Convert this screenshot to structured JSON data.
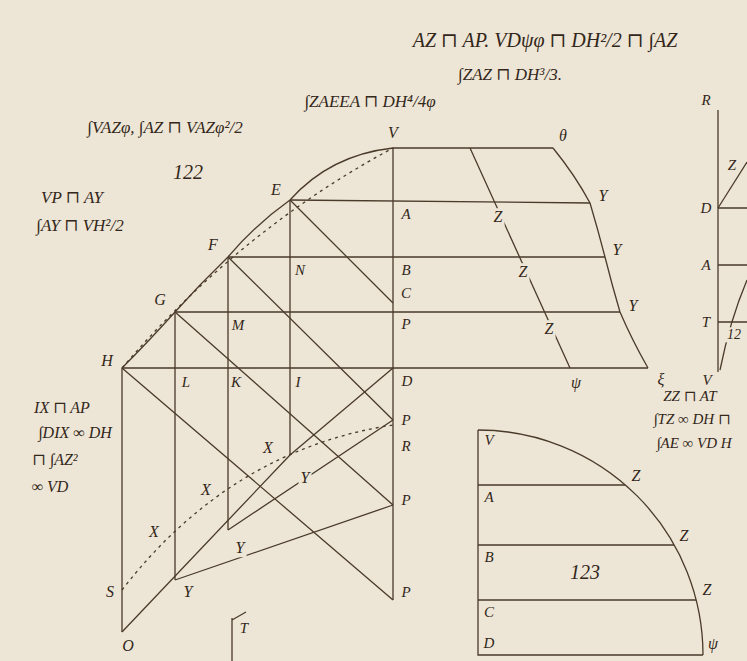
{
  "diagram": {
    "labels": [
      "AZ ⊓ AP. VDψφ ⊓ DH²/2 ⊓ ∫AZ",
      "∫ZAZ ⊓ DH³/3.",
      "∫ZAEEA ⊓ DH⁴/4φ",
      "∫VAZφ, ∫AZ ⊓ VAZφ²/2",
      "122",
      "VP ⊓ AY",
      "∫AY ⊓ VH²/2",
      "IX ⊓ AP",
      "∫DIX ∞ DH",
      "⊓ ∫AZ²",
      "∞ VD",
      "V",
      "θ",
      "E",
      "F",
      "G",
      "H",
      "A",
      "Z",
      "Y",
      "B",
      "N",
      "Z",
      "Y",
      "C",
      "M",
      "P",
      "Z",
      "Y",
      "L",
      "K",
      "I",
      "D",
      "ψ",
      "ξ",
      "P",
      "R",
      "P",
      "P",
      "X",
      "Y",
      "X",
      "Y",
      "X",
      "Y",
      "S",
      "O",
      "T",
      "V",
      "A",
      "B",
      "C",
      "D",
      "Z",
      "Z",
      "Z",
      "ψ",
      "123",
      "R",
      "Z",
      "D",
      "A",
      "T",
      "V",
      "12",
      "ZZ ⊓ AT",
      "∫TZ ∞ DH ⊓",
      "∫AE ∞ VD H"
    ]
  }
}
